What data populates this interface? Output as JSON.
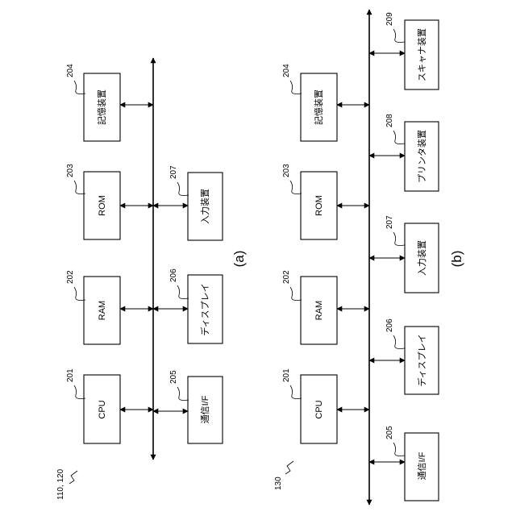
{
  "figure_ref": {
    "top": "110, 120",
    "bottom": "130"
  },
  "panel_a": {
    "label": "(a)",
    "left_column": [
      {
        "ref": "201",
        "label": "CPU"
      },
      {
        "ref": "202",
        "label": "RAM"
      },
      {
        "ref": "203",
        "label": "ROM"
      },
      {
        "ref": "204",
        "label": "記憶装置"
      }
    ],
    "right_column": [
      {
        "ref": "205",
        "label": "通信I/F"
      },
      {
        "ref": "206",
        "label": "ディスプレイ"
      },
      {
        "ref": "207",
        "label": "入力装置"
      }
    ]
  },
  "panel_b": {
    "label": "(b)",
    "left_column": [
      {
        "ref": "201",
        "label": "CPU"
      },
      {
        "ref": "202",
        "label": "RAM"
      },
      {
        "ref": "203",
        "label": "ROM"
      },
      {
        "ref": "204",
        "label": "記憶装置"
      }
    ],
    "right_column": [
      {
        "ref": "205",
        "label": "通信I/F"
      },
      {
        "ref": "206",
        "label": "ディスプレイ"
      },
      {
        "ref": "207",
        "label": "入力装置"
      },
      {
        "ref": "208",
        "label": "プリンタ装置"
      },
      {
        "ref": "209",
        "label": "スキャナ装置"
      }
    ]
  }
}
